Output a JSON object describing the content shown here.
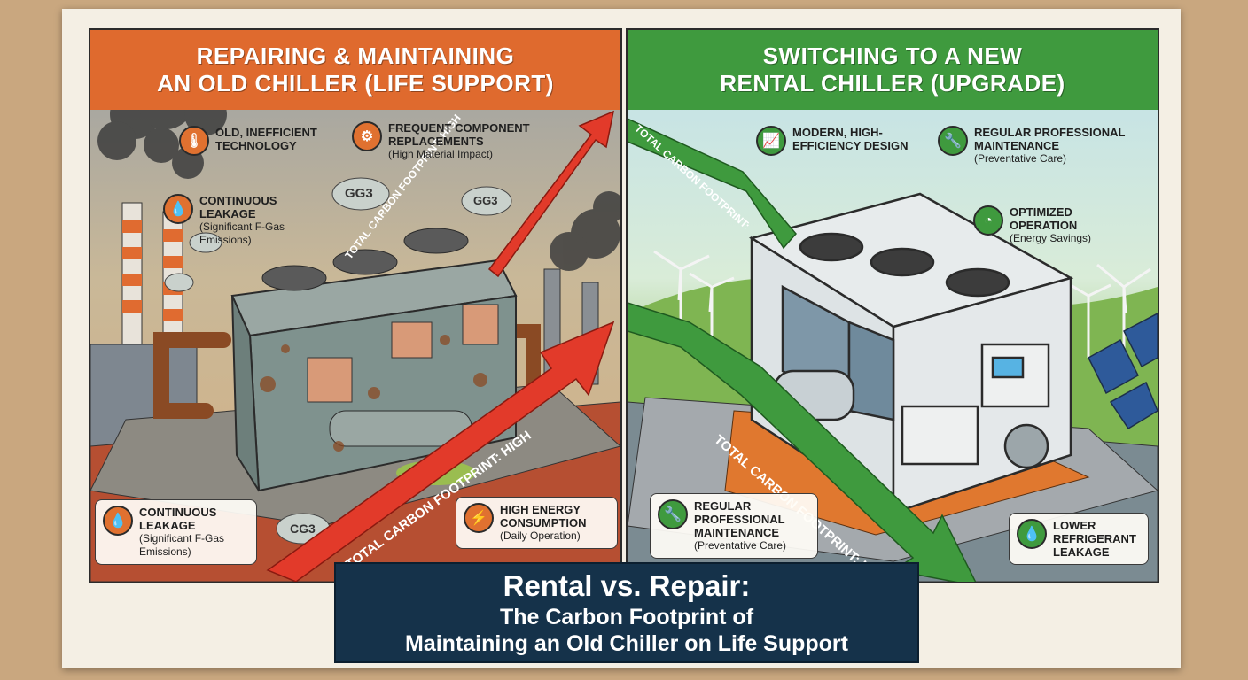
{
  "left_panel": {
    "banner_line1": "Repairing & Maintaining",
    "banner_line2": "an Old Chiller (Life Support)",
    "callouts": [
      {
        "title": "Old, Inefficient Technology",
        "sub": "",
        "icon": "thermometer-icon"
      },
      {
        "title": "Frequent Component Replacements",
        "sub": "(High Material Impact)",
        "icon": "gear-icon"
      },
      {
        "title": "Continuous Leakage",
        "sub": "(Significant F-Gas Emissions)",
        "icon": "droplet-icon"
      },
      {
        "title": "Continuous Leakage",
        "sub": "(Significant F-Gas Emissions)",
        "icon": "droplet-icon"
      },
      {
        "title": "High Energy Consumption",
        "sub": "(Daily Operation)",
        "icon": "lightning-icon"
      }
    ],
    "arrow_label_top": "Total Carbon Footprint: High",
    "arrow_label_main": "Total Carbon Footprint: High",
    "gas_labels": [
      "GG3",
      "GG3",
      "CG3"
    ]
  },
  "right_panel": {
    "banner_line1": "Switching to a New",
    "banner_line2": "Rental Chiller (Upgrade)",
    "callouts": [
      {
        "title": "Modern, High-Efficiency Design",
        "sub": "",
        "icon": "chart-up-icon"
      },
      {
        "title": "Regular Professional Maintenance",
        "sub": "(Preventative Care)",
        "icon": "wrench-screwdriver-icon"
      },
      {
        "title": "Optimized Operation",
        "sub": "(Energy Savings)",
        "icon": "gauge-icon"
      },
      {
        "title": "Regular Professional Maintenance",
        "sub": "(Preventative Care)",
        "icon": "wrench-screwdriver-icon"
      },
      {
        "title": "Lower Refrigerant Leakage",
        "sub": "",
        "icon": "droplet-icon"
      }
    ],
    "arrow_label_top": "Total Carbon Footprint:",
    "arrow_label_main": "Total Carbon Footprint: Lower"
  },
  "footer": {
    "line1": "Rental vs. Repair:",
    "line2": "The Carbon Footprint of",
    "line3": "Maintaining an Old Chiller on Life Support"
  },
  "colors": {
    "orange": "#df6a2e",
    "green": "#3f9a3e",
    "red_arrow": "#e23a2a",
    "navy": "#15324a"
  }
}
